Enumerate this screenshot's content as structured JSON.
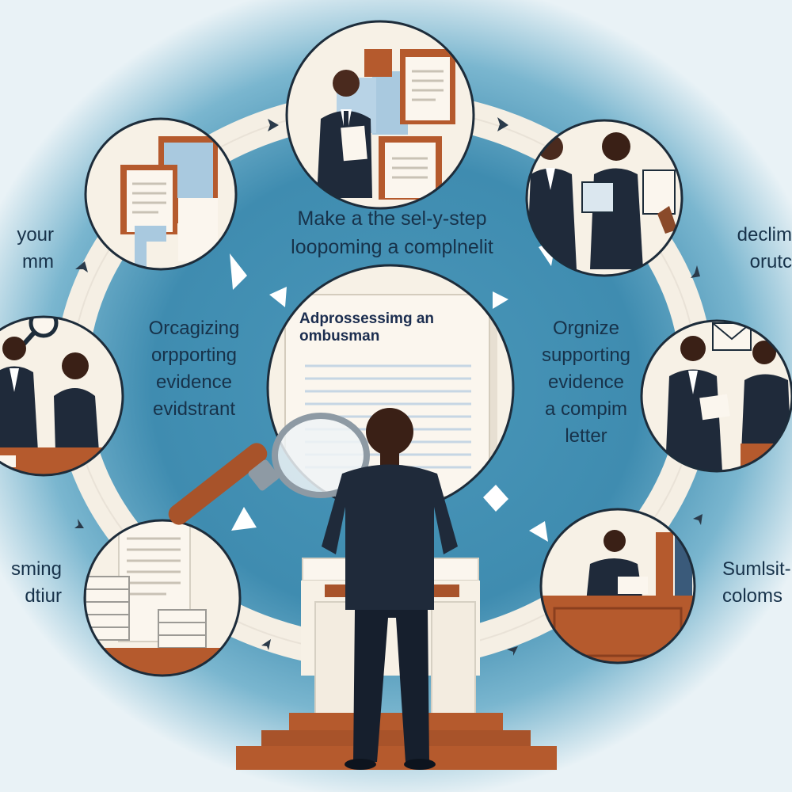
{
  "center_heading": {
    "line1": "Make a the sel-y-step",
    "line2": "loopoming a complnelit"
  },
  "document": {
    "title_line1": "Adprossessimg an",
    "title_line2": "ombusman"
  },
  "left_label": {
    "line1": "Orcagizing",
    "line2": "orpporting",
    "line3": "evidence",
    "line4": "evidstrant"
  },
  "right_label": {
    "line1": "Orgnize",
    "line2": "supporting",
    "line3": "evidence",
    "line4": "a compim",
    "line5": "letter"
  },
  "edge_left_top": {
    "line1": "your",
    "line2": "mm"
  },
  "edge_left_bottom": {
    "line1": "sming",
    "line2": "dtiur"
  },
  "edge_right_top": {
    "line1": "declim",
    "line2": "orutc"
  },
  "edge_right_bottom": {
    "line1": "Sumlsit-",
    "line2": "coloms"
  },
  "colors": {
    "background": "#3f8cb0",
    "ring": "#f5efe4",
    "suit": "#1f2a3a",
    "podium": "#a8532a",
    "text": "#17324a"
  }
}
